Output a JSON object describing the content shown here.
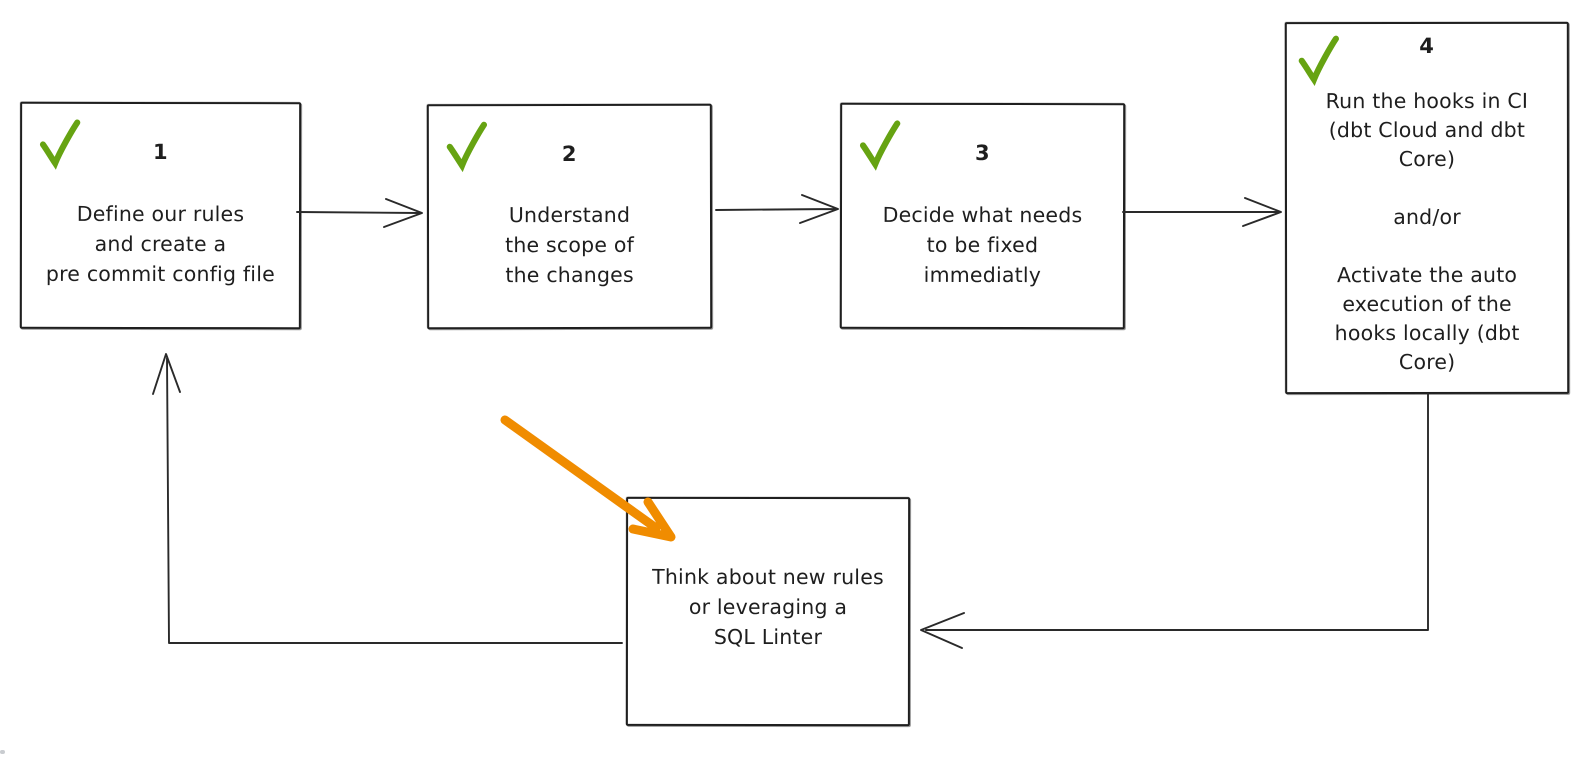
{
  "colors": {
    "ink": "#1e1e1e",
    "check_green": "#66a312",
    "emphasis_orange": "#f08c00",
    "background": "#ffffff"
  },
  "steps": [
    {
      "id": "step-1",
      "number": "1",
      "status_icon": "green-checkmark",
      "lines": [
        "Define our rules",
        "and create a",
        "pre commit config file"
      ]
    },
    {
      "id": "step-2",
      "number": "2",
      "status_icon": "green-checkmark",
      "lines": [
        "Understand",
        "the scope of",
        "the changes"
      ]
    },
    {
      "id": "step-3",
      "number": "3",
      "status_icon": "green-checkmark",
      "lines": [
        "Decide what needs",
        "to be fixed",
        "immediatly"
      ]
    },
    {
      "id": "step-4",
      "number": "4",
      "status_icon": "green-checkmark",
      "lines": [
        "Run the hooks in CI",
        "(dbt Cloud and dbt",
        "Core)",
        "",
        "and/or",
        "",
        "Activate the auto",
        "execution of the",
        "hooks locally (dbt",
        "Core)"
      ]
    }
  ],
  "loop_box": {
    "id": "loop-box",
    "lines": [
      "Think about new rules",
      "or leveraging a",
      "SQL Linter"
    ]
  },
  "connections": [
    {
      "from": "step-1",
      "to": "step-2",
      "style": "thin-open-arrow"
    },
    {
      "from": "step-2",
      "to": "step-3",
      "style": "thin-open-arrow"
    },
    {
      "from": "step-3",
      "to": "step-4",
      "style": "thin-open-arrow"
    },
    {
      "from": "step-4",
      "to": "loop-box",
      "style": "thin-open-arrow-elbow"
    },
    {
      "from": "loop-box",
      "to": "step-1",
      "style": "thin-open-arrow-elbow"
    },
    {
      "from": "annotation",
      "to": "loop-box",
      "style": "thick-orange-arrow"
    }
  ]
}
